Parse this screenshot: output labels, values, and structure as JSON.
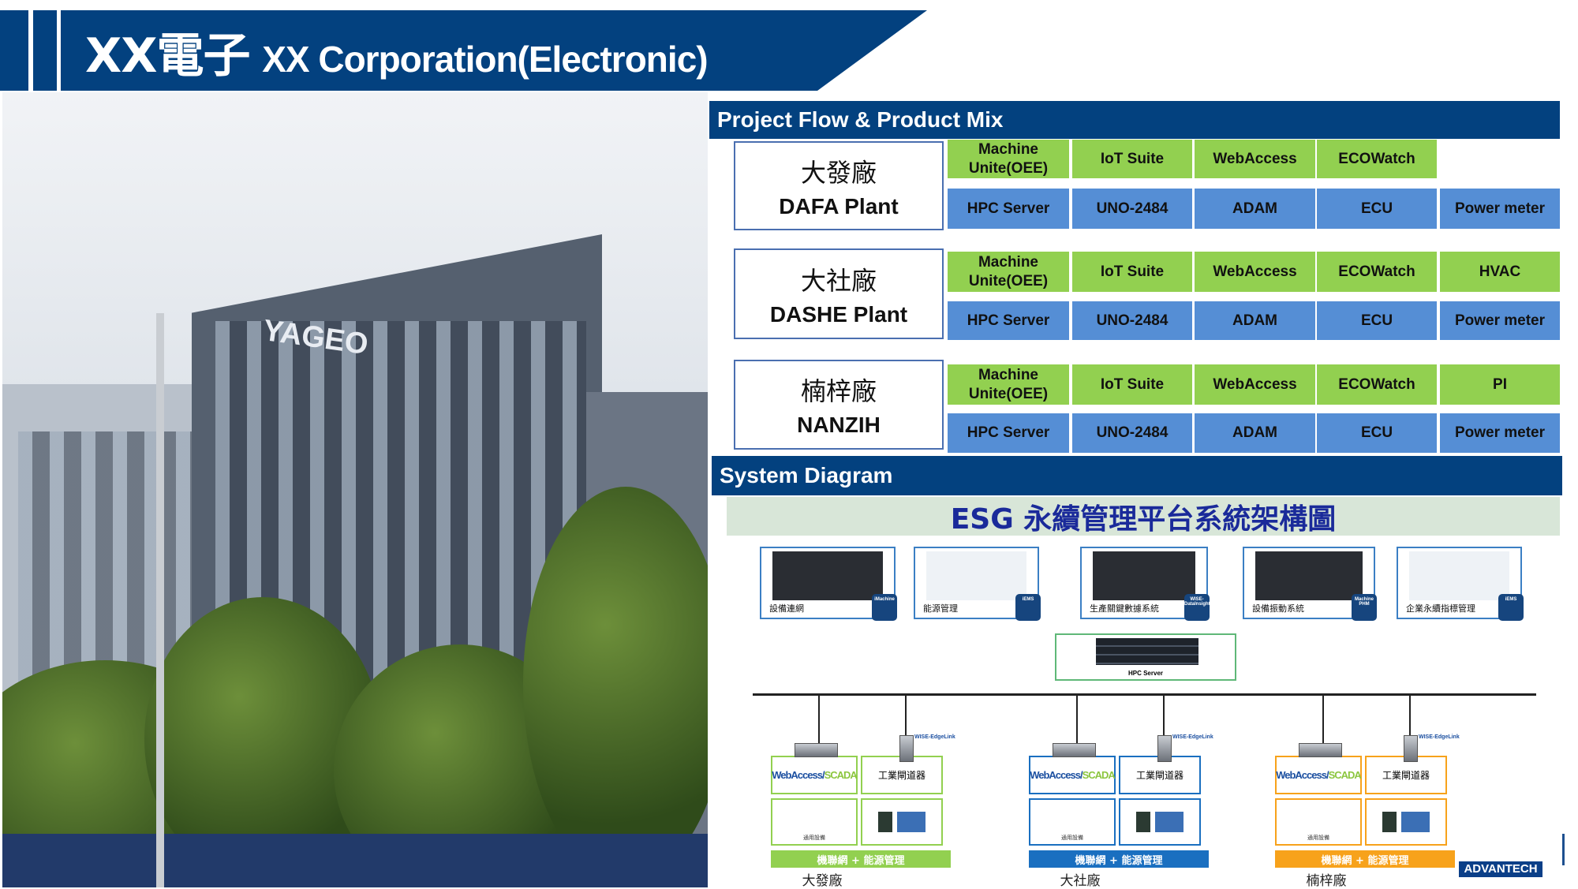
{
  "header": {
    "title_main": "XX電子",
    "title_rest": "XX  Corporation(Electronic)"
  },
  "photo": {
    "sign": "YAGEO"
  },
  "project_flow": {
    "title": "Project Flow & Product Mix",
    "plants": [
      {
        "zh": "大發廠",
        "en": "DAFA Plant",
        "software": [
          "Machine Unite(OEE)",
          "IoT Suite",
          "WebAccess",
          "ECOWatch",
          ""
        ],
        "hardware": [
          "HPC Server",
          "UNO-2484",
          "ADAM",
          "ECU",
          "Power meter"
        ]
      },
      {
        "zh": "大社廠",
        "en": "DASHE Plant",
        "software": [
          "Machine Unite(OEE)",
          "IoT Suite",
          "WebAccess",
          "ECOWatch",
          "HVAC"
        ],
        "hardware": [
          "HPC Server",
          "UNO-2484",
          "ADAM",
          "ECU",
          "Power meter"
        ]
      },
      {
        "zh": "楠梓廠",
        "en": "NANZIH",
        "software": [
          "Machine Unite(OEE)",
          "IoT Suite",
          "WebAccess",
          "ECOWatch",
          "PI"
        ],
        "hardware": [
          "HPC Server",
          "UNO-2484",
          "ADAM",
          "ECU",
          "Power meter"
        ]
      }
    ]
  },
  "system_diagram": {
    "title": "System Diagram",
    "banner": "ESG 永續管理平台系統架構圖",
    "apps": [
      {
        "label": "設備連網",
        "badge": "iMachine"
      },
      {
        "label": "能源管理",
        "badge": "iEMS"
      },
      {
        "label": "生產關鍵數據系統",
        "badge": "WISE-DataInsight"
      },
      {
        "label": "設備振動系統",
        "badge": "Machine PHM"
      },
      {
        "label": "企業永續指標管理",
        "badge": "iEMS"
      }
    ],
    "server": "HPC Server",
    "edge_label": "WISE-EdgeLink",
    "scada_a": "WebAccess/",
    "scada_b": "SCADA",
    "gateway": "工業閘道器",
    "equipment": "通用設備",
    "groups": [
      {
        "banner": "機聯網 + 能源管理",
        "plant": "大發廠",
        "color": "#92d050"
      },
      {
        "banner": "機聯網 + 能源管理",
        "plant": "大社廠",
        "color": "#1a6fc0"
      },
      {
        "banner": "機聯網 + 能源管理",
        "plant": "楠梓廠",
        "color": "#f7a21b"
      }
    ],
    "logo": "ADVANTECH"
  }
}
